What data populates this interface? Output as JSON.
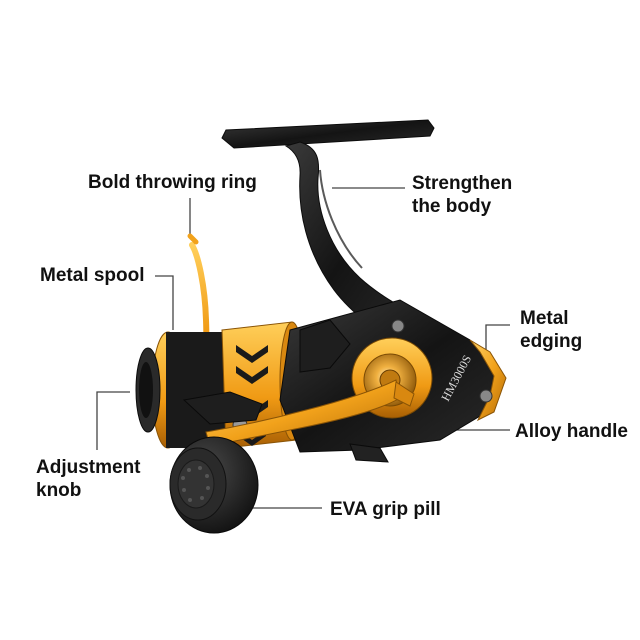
{
  "colors": {
    "gold": "#f2a21b",
    "gold_dark": "#b36a06",
    "body_black": "#151515",
    "body_gray": "#2c2c2c",
    "callout_line": "#444444"
  },
  "reel": {
    "model_text": "HM3000S"
  },
  "callouts": {
    "bold_throwing_ring": {
      "text": "Bold throwing ring"
    },
    "metal_spool": {
      "text": "Metal spool"
    },
    "adjustment_knob": {
      "line1": "Adjustment",
      "line2": "knob"
    },
    "strengthen_body": {
      "line1": "Strengthen",
      "line2": "the body"
    },
    "metal_edging": {
      "line1": "Metal",
      "line2": "edging"
    },
    "alloy_handle": {
      "text": "Alloy handle"
    },
    "eva_grip": {
      "text": "EVA grip pill"
    }
  }
}
